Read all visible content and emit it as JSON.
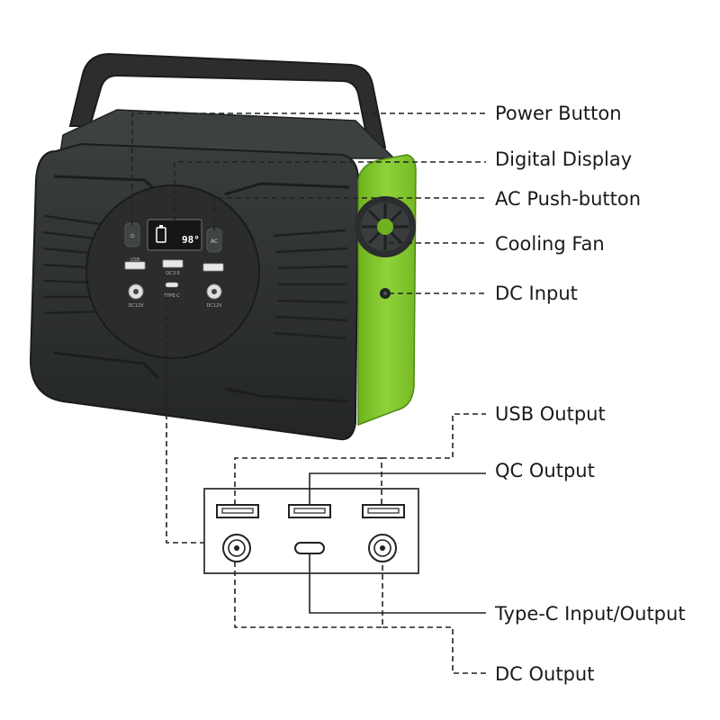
{
  "product": {
    "display_reading": "98°",
    "power_button_symbol": "⏻",
    "ac_button_label": "AC",
    "usb_port_label": "USB",
    "qc_port_label": "QC3.0",
    "typec_port_label": "TYPE-C",
    "dc_port_label": "DC12V",
    "accent_color": "#86c92e",
    "body_color": "#2e3132"
  },
  "callouts": [
    {
      "id": "power-button",
      "label": "Power Button"
    },
    {
      "id": "digital-display",
      "label": "Digital Display"
    },
    {
      "id": "ac-push-button",
      "label": "AC Push-button"
    },
    {
      "id": "cooling-fan",
      "label": "Cooling Fan"
    },
    {
      "id": "dc-input",
      "label": "DC Input"
    },
    {
      "id": "usb-output",
      "label": "USB Output"
    },
    {
      "id": "qc-output",
      "label": "QC Output"
    },
    {
      "id": "type-c-input-output",
      "label": "Type-C Input/Output"
    },
    {
      "id": "dc-output",
      "label": "DC Output"
    }
  ]
}
